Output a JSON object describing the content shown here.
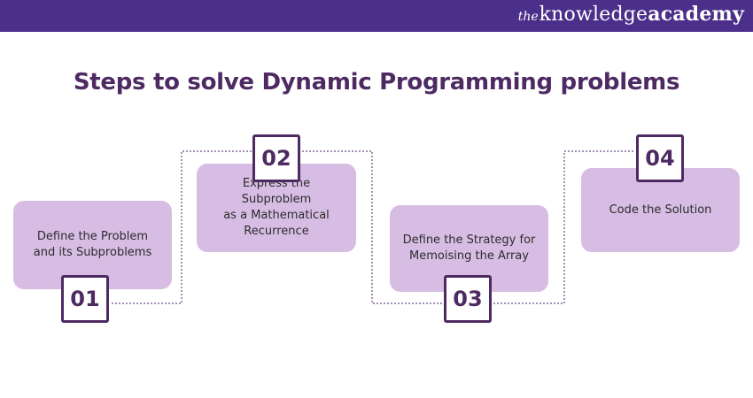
{
  "brand": {
    "the": "the",
    "knowledge": "knowledge",
    "academy": "academy"
  },
  "title": "Steps to solve Dynamic Programming problems",
  "steps": [
    {
      "number": "01",
      "text": "Define the Problem\nand its Subproblems"
    },
    {
      "number": "02",
      "text": "Express the Subproblem\nas a Mathematical\nRecurrence"
    },
    {
      "number": "03",
      "text": "Define the Strategy for\nMemoising the Array"
    },
    {
      "number": "04",
      "text": "Code the Solution"
    }
  ],
  "colors": {
    "header": "#4b2f8a",
    "title": "#4e2a63",
    "card": "#d7bde3",
    "badge_border": "#4e2a63",
    "connector": "#6b4a80"
  }
}
